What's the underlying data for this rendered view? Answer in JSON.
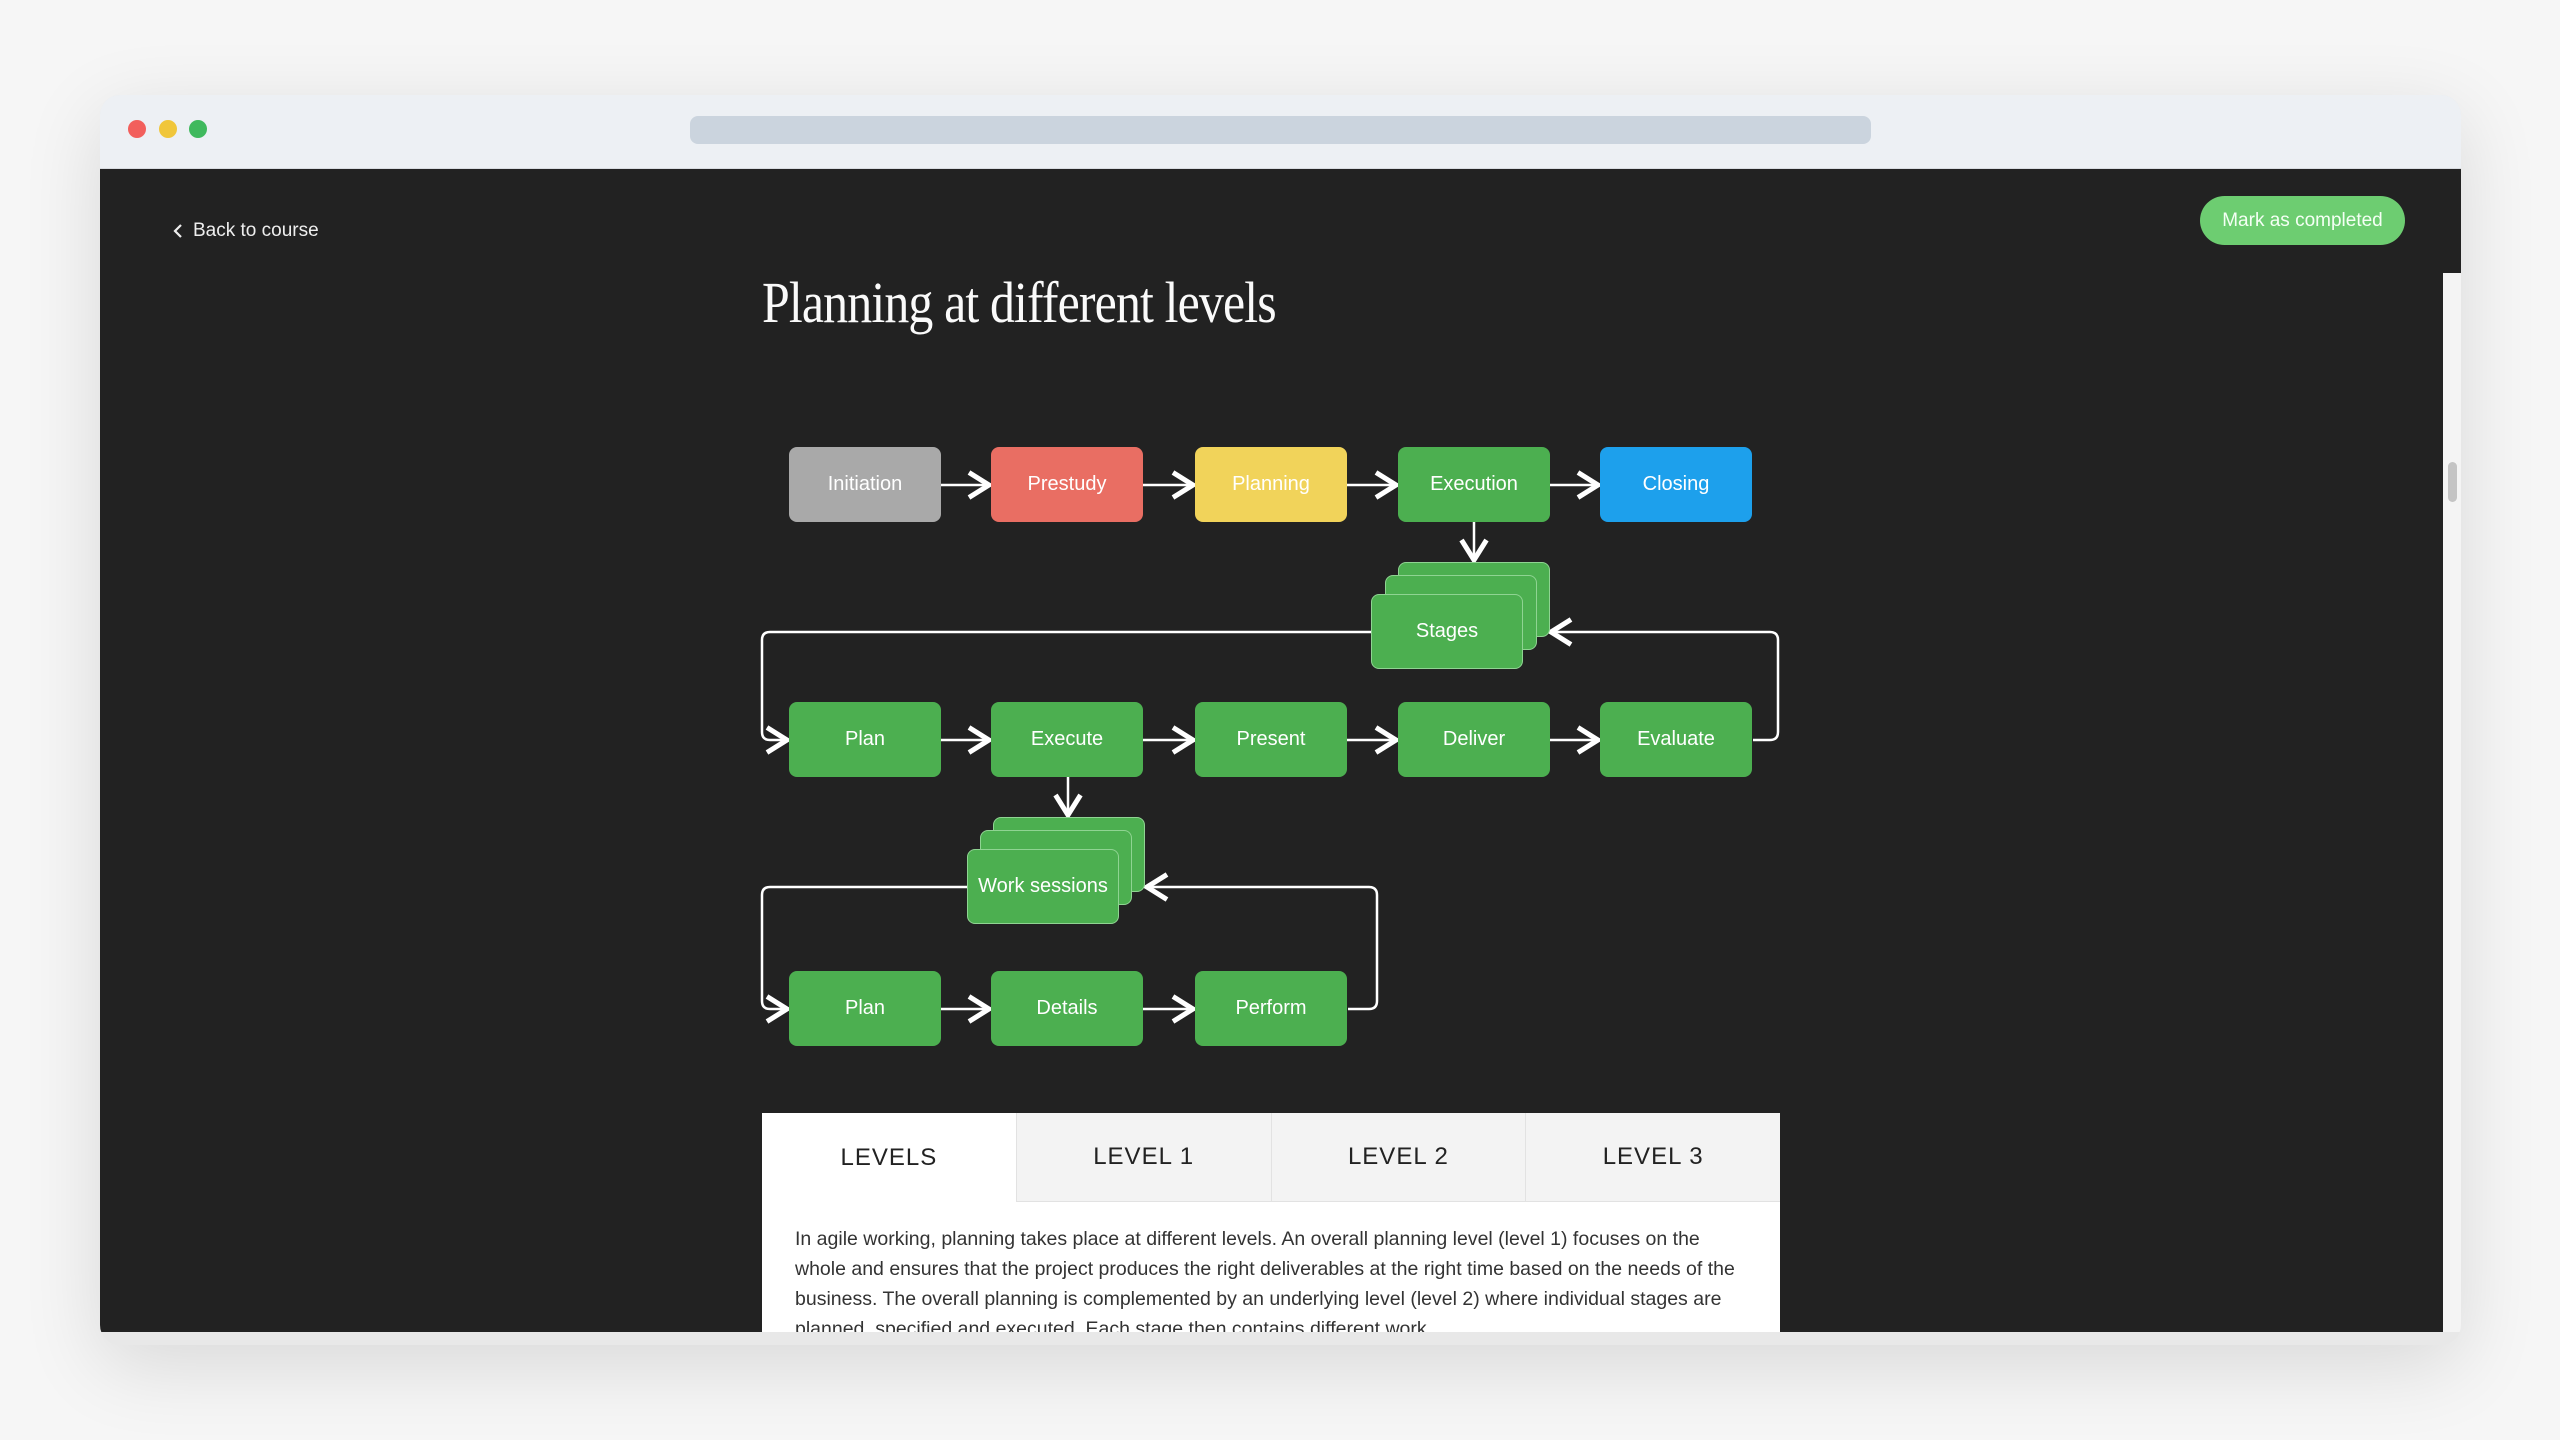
{
  "header": {
    "back_label": "Back to course",
    "mark_completed_label": "Mark as completed"
  },
  "page": {
    "title": "Planning at different levels"
  },
  "diagram": {
    "phases": [
      "Initiation",
      "Prestudy",
      "Planning",
      "Execution",
      "Closing"
    ],
    "phase_colors": [
      "#a9a9a9",
      "#e96e63",
      "#f1d35a",
      "#4caf50",
      "#1da0ec"
    ],
    "stages_label": "Stages",
    "stage_steps": [
      "Plan",
      "Execute",
      "Present",
      "Deliver",
      "Evaluate"
    ],
    "work_sessions_label": "Work sessions",
    "session_steps": [
      "Plan",
      "Details",
      "Perform"
    ]
  },
  "tabs": [
    {
      "label": "LEVELS",
      "active": true
    },
    {
      "label": "LEVEL 1"
    },
    {
      "label": "LEVEL 2"
    },
    {
      "label": "LEVEL 3"
    }
  ],
  "body_text": "In agile working, planning takes place at different levels. An overall planning level (level 1) focuses on the whole and ensures that the project produces the right deliverables at the right time based on the needs of the business. The overall planning is complemented by an underlying level (level 2) where individual stages are planned, specified and executed. Each stage then contains different work"
}
